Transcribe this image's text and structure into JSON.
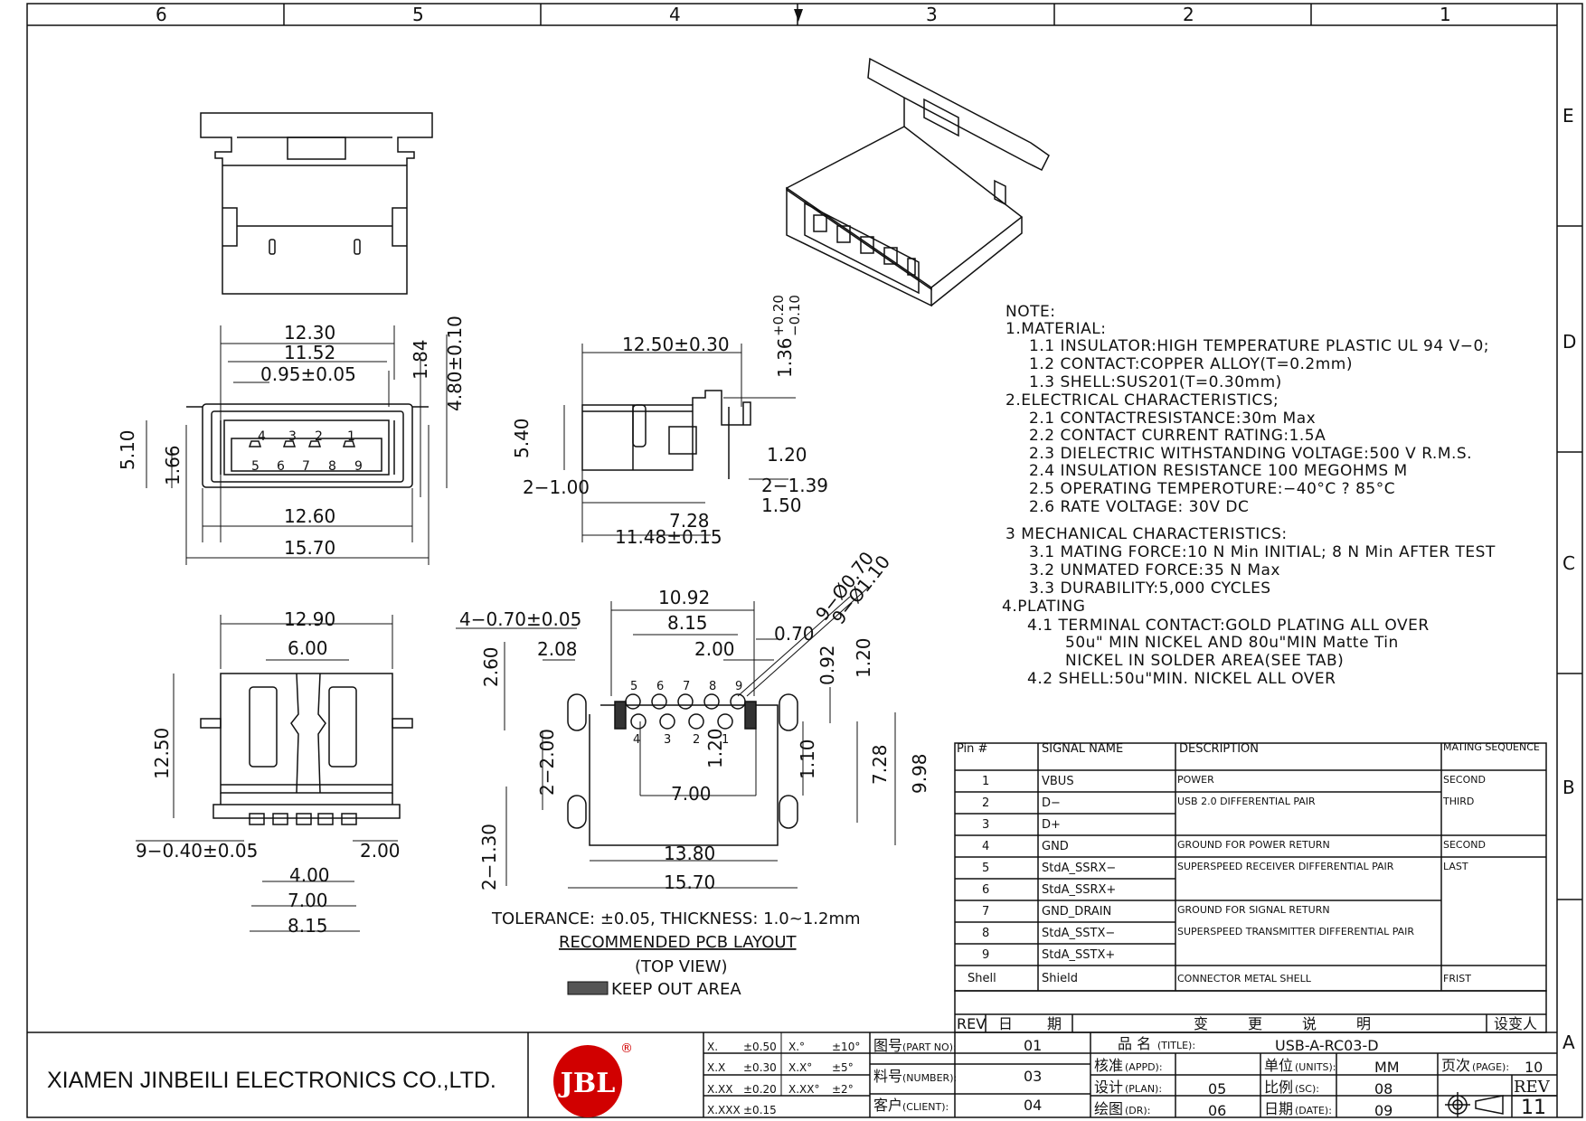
{
  "border": {
    "columns": [
      "6",
      "5",
      "4",
      "3",
      "2",
      "1"
    ],
    "rows": [
      "E",
      "D",
      "C",
      "B",
      "A"
    ]
  },
  "company": "XIAMEN JINBEILI ELECTRONICS CO.,LTD.",
  "logo_text": "JBL",
  "dims": {
    "top": [
      "12.30",
      "11.52",
      "0.95±0.05",
      "1.84",
      "4.80±0.10",
      "5.10",
      "1.66",
      "12.60",
      "15.70"
    ],
    "top_pins_upper": [
      "4",
      "3",
      "2",
      "1"
    ],
    "top_pins_lower": [
      "5",
      "6",
      "7",
      "8",
      "9"
    ],
    "side": [
      "12.50±0.30",
      "1.36",
      "+0.20",
      "−0.10",
      "5.40",
      "1.20",
      "2−1.00",
      "2−1.39",
      "1.50",
      "7.28",
      "11.48±0.15"
    ],
    "bottom": [
      "12.90",
      "6.00",
      "12.50",
      "9−0.40±0.05",
      "2.00",
      "4.00",
      "7.00",
      "8.15"
    ],
    "pcb": [
      "10.92",
      "8.15",
      "4−0.70±0.05",
      "2.08",
      "2.00",
      "0.70",
      "9−Ø0.70",
      "9−Ø1.10",
      "2.60",
      "0.92",
      "1.20",
      "2−2.00",
      "1.20",
      "1.10",
      "7.28",
      "9.98",
      "7.00",
      "2−1.30",
      "13.80",
      "15.70"
    ],
    "pcb_pins_top": [
      "5",
      "6",
      "7",
      "8",
      "9"
    ],
    "pcb_pins_bottom": [
      "4",
      "3",
      "2",
      "1"
    ]
  },
  "pcb_caption": {
    "tolerance": "TOLERANCE: ±0.05, THICKNESS: 1.0~1.2mm",
    "title": "RECOMMENDED PCB LAYOUT",
    "view": "(TOP VIEW)",
    "keepout": "KEEP OUT AREA"
  },
  "notes": [
    "NOTE:",
    "1.MATERIAL:",
    "1.1 INSULATOR:HIGH TEMPERATURE PLASTIC UL 94 V−0;",
    "1.2 CONTACT:COPPER ALLOY(T=0.2mm)",
    "1.3 SHELL:SUS201(T=0.30mm)",
    "2.ELECTRICAL CHARACTERISTICS;",
    "2.1 CONTACTRESISTANCE:30m Max",
    "2.2 CONTACT CURRENT RATING:1.5A",
    "2.3 DIELECTRIC WITHSTANDING VOLTAGE:500 V R.M.S.",
    "2.4 INSULATION RESISTANCE 100 MEGOHMS M",
    "2.5 OPERATING TEMPEROTURE:−40°C ? 85°C",
    "2.6 RATE VOLTAGE: 30V DC",
    "3 MECHANICAL CHARACTERISTICS:",
    "3.1 MATING FORCE:10 N Min INITIAL; 8 N Min AFTER TEST",
    "3.2 UNMATED FORCE:35 N Max",
    "3.3 DURABILITY:5,000 CYCLES",
    "4.PLATING",
    "4.1 TERMINAL CONTACT:GOLD PLATING ALL OVER",
    "50u\" MIN NICKEL AND 80u\"MIN Matte Tin",
    "NICKEL IN SOLDER AREA(SEE TAB)",
    "4.2 SHELL:50u\"MIN. NICKEL ALL OVER"
  ],
  "pin_table": {
    "headers": [
      "Pin #",
      "SIGNAL NAME",
      "DESCRIPTION",
      "MATING SEQUENCE"
    ],
    "rows": [
      [
        "1",
        "VBUS",
        "POWER",
        "SECOND"
      ],
      [
        "2",
        "D−",
        "USB 2.0 DIFFERENTIAL PAIR",
        "THIRD"
      ],
      [
        "3",
        "D+",
        "",
        ""
      ],
      [
        "4",
        "GND",
        "GROUND FOR POWER RETURN",
        "SECOND"
      ],
      [
        "5",
        "StdA_SSRX−",
        "SUPERSPEED RECEIVER DIFFERENTIAL PAIR",
        "LAST"
      ],
      [
        "6",
        "StdA_SSRX+",
        "",
        ""
      ],
      [
        "7",
        "GND_DRAIN",
        "GROUND FOR SIGNAL RETURN",
        ""
      ],
      [
        "8",
        "StdA_SSTX−",
        "SUPERSPEED TRANSMITTER DIFFERENTIAL PAIR",
        ""
      ],
      [
        "9",
        "StdA_SSTX+",
        "",
        ""
      ],
      [
        "Shell",
        "Shield",
        "CONNECTOR METAL SHELL",
        "FRIST"
      ]
    ]
  },
  "rev_header": [
    "REV",
    "日",
    "期",
    "变",
    "更",
    "说",
    "明",
    "设变人"
  ],
  "tolerances": [
    [
      "X.",
      "±0.50",
      "X.°",
      "±10°"
    ],
    [
      "X.X",
      "±0.30",
      "X.X°",
      "±5°"
    ],
    [
      "X.XX",
      "±0.20",
      "X.XX°",
      "±2°"
    ],
    [
      "X.XXX",
      "±0.15",
      "",
      ""
    ]
  ],
  "title_block": {
    "part_no_label": "图号",
    "part_no_label_en": "(PART NO):",
    "part_no": "01",
    "number_label": "料号",
    "number_label_en": "(NUMBER):",
    "number": "03",
    "client_label": "客户",
    "client_label_en": "(CLIENT):",
    "client": "04",
    "title_label": "品 名",
    "title_label_en": "(TITLE):",
    "title": "USB-A-RC03-D",
    "appd_label": "核准",
    "appd_label_en": "(APPD):",
    "plan_label": "设计",
    "plan_label_en": "(PLAN):",
    "plan": "05",
    "dr_label": "绘图",
    "dr_label_en": "(DR):",
    "dr": "06",
    "units_label": "单位",
    "units_label_en": "(UNITS):",
    "units": "MM",
    "sc_label": "比例",
    "sc_label_en": "(SC):",
    "sc": "08",
    "date_label": "日期",
    "date_label_en": "(DATE):",
    "date": "09",
    "page_label": "页次",
    "page_label_en": "(PAGE):",
    "page": "10",
    "rev_label": "REV",
    "rev": "11"
  }
}
